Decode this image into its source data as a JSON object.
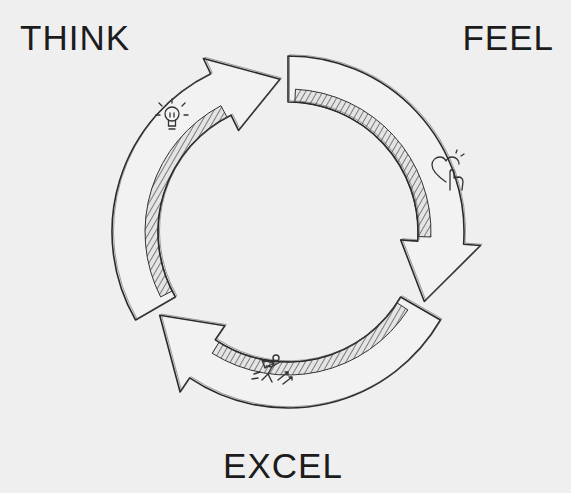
{
  "diagram": {
    "labels": [
      "THINK",
      "FEEL",
      "EXCEL"
    ]
  }
}
